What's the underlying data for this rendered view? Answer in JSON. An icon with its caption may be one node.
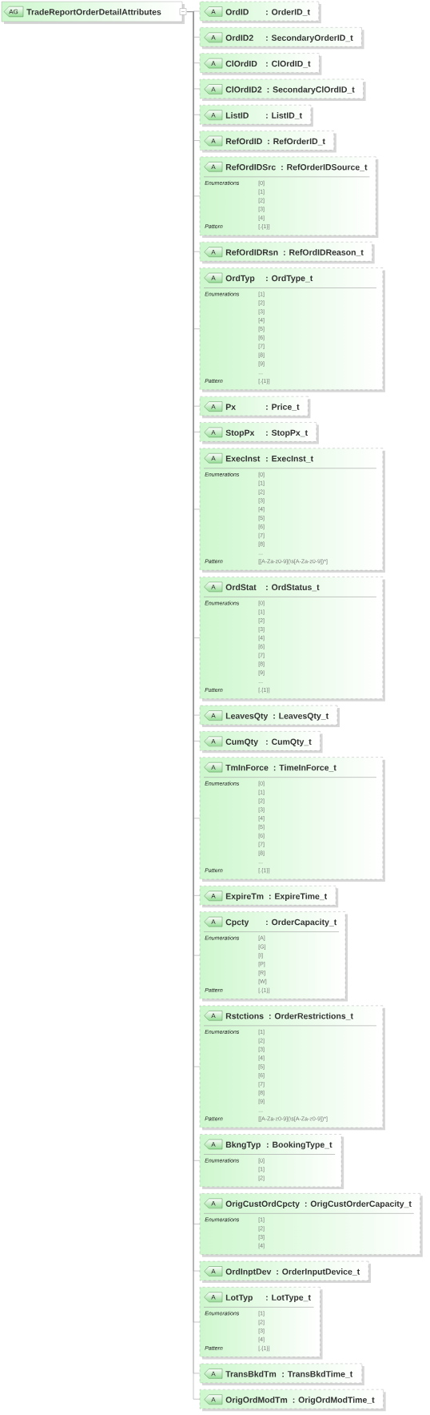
{
  "diagram": {
    "nodes": [
      {
        "text": [
          "AG",
          "TradeReportOrderDetailAttributes"
        ]
      },
      {
        "text": [
          "A",
          "OrdID",
          ": OrderID_t"
        ]
      },
      {
        "text": [
          "A",
          "OrdID2",
          ": SecondaryOrderID_t"
        ]
      },
      {
        "text": [
          "A",
          "ClOrdID",
          ": ClOrdID_t"
        ]
      },
      {
        "text": [
          "A",
          "ClOrdID2",
          ": SecondaryClOrdID_t"
        ]
      },
      {
        "text": [
          "A",
          "ListID",
          ": ListID_t"
        ]
      },
      {
        "text": [
          "A",
          "RefOrdID",
          ": RefOrderID_t"
        ]
      },
      {
        "text": [
          "A",
          "RefOrdIDSrc",
          ": RefOrderIDSource_t",
          "Enumerations",
          "[0] [1] [2] [3] [4]",
          "Pattern",
          "[.{1}]"
        ]
      },
      {
        "text": [
          "A",
          "RefOrdIDRsn",
          ": RefOrdIDReason_t"
        ]
      },
      {
        "text": [
          "A",
          "OrdTyp",
          ": OrdType_t",
          "Enumerations",
          "[1] [2] [3] [4] [5] [6] [7] [8] [9] ...",
          "Pattern",
          "[.{1}]"
        ]
      },
      {
        "text": [
          "A",
          "Px",
          ": Price_t"
        ]
      },
      {
        "text": [
          "A",
          "StopPx",
          ": StopPx_t"
        ]
      },
      {
        "text": [
          "A",
          "ExecInst",
          ": ExecInst_t",
          "Enumerations",
          "[0] [1] [2] [3] [4] [5] [6] [7] [8] ...",
          "Pattern",
          "[[A-Za-z0-9](\\s[A-Za-z0-9])*]"
        ]
      },
      {
        "text": [
          "A",
          "OrdStat",
          ": OrdStatus_t",
          "Enumerations",
          "[0] [1] [2] [3] [4] [6] [7] [8] [9] ...",
          "Pattern",
          "[.{1}]"
        ]
      },
      {
        "text": [
          "A",
          "LeavesQty",
          ": LeavesQty_t"
        ]
      },
      {
        "text": [
          "A",
          "CumQty",
          ": CumQty_t"
        ]
      },
      {
        "text": [
          "A",
          "TmInForce",
          ": TimeInForce_t",
          "Enumerations",
          "[0] [1] [2] [3] [4] [5] [6] [7] [8] ...",
          "Pattern",
          "[.{1}]"
        ]
      },
      {
        "text": [
          "A",
          "ExpireTm",
          ": ExpireTime_t"
        ]
      },
      {
        "text": [
          "A",
          "Cpcty",
          ": OrderCapacity_t",
          "Enumerations",
          "[A] [G] [I] [P] [R] [W]",
          "Pattern",
          "[.{1}]"
        ]
      },
      {
        "text": [
          "A",
          "Rstctions",
          ": OrderRestrictions_t",
          "Enumerations",
          "[1] [2] [3] [4] [5] [6] [7] [8] [9] ...",
          "Pattern",
          "[[A-Za-z0-9](\\s[A-Za-z0-9])*]"
        ]
      },
      {
        "text": [
          "A",
          "BkngTyp",
          ": BookingType_t",
          "Enumerations",
          "[0] [1] [2]"
        ]
      },
      {
        "text": [
          "A",
          "OrigCustOrdCpcty",
          ": OrigCustOrderCapacity_t",
          "Enumerations",
          "[1] [2] [3] [4]"
        ]
      },
      {
        "text": [
          "A",
          "OrdInptDev",
          ": OrderInputDevice_t"
        ]
      },
      {
        "text": [
          "A",
          "LotTyp",
          ": LotType_t",
          "Enumerations",
          "[1] [2] [3] [4]",
          "Pattern",
          "[.{1}]"
        ]
      },
      {
        "text": [
          "A",
          "TransBkdTm",
          ": TransBkdTime_t"
        ]
      },
      {
        "text": [
          "A",
          "OrigOrdModTm",
          ": OrigOrdModTime_t"
        ]
      }
    ],
    "edges": [
      {
        "from": 0,
        "to": 1,
        "arrow": "none"
      },
      {
        "from": 0,
        "to": 2,
        "arrow": "none"
      },
      {
        "from": 0,
        "to": 3,
        "arrow": "none"
      },
      {
        "from": 0,
        "to": 4,
        "arrow": "none"
      },
      {
        "from": 0,
        "to": 5,
        "arrow": "none"
      },
      {
        "from": 0,
        "to": 6,
        "arrow": "none"
      },
      {
        "from": 0,
        "to": 7,
        "arrow": "none"
      },
      {
        "from": 0,
        "to": 8,
        "arrow": "none"
      },
      {
        "from": 0,
        "to": 9,
        "arrow": "none"
      },
      {
        "from": 0,
        "to": 10,
        "arrow": "none"
      },
      {
        "from": 0,
        "to": 11,
        "arrow": "none"
      },
      {
        "from": 0,
        "to": 12,
        "arrow": "none"
      },
      {
        "from": 0,
        "to": 13,
        "arrow": "none"
      },
      {
        "from": 0,
        "to": 14,
        "arrow": "none"
      },
      {
        "from": 0,
        "to": 15,
        "arrow": "none"
      },
      {
        "from": 0,
        "to": 16,
        "arrow": "none"
      },
      {
        "from": 0,
        "to": 17,
        "arrow": "none"
      },
      {
        "from": 0,
        "to": 18,
        "arrow": "none"
      },
      {
        "from": 0,
        "to": 19,
        "arrow": "none"
      },
      {
        "from": 0,
        "to": 20,
        "arrow": "none"
      },
      {
        "from": 0,
        "to": 21,
        "arrow": "none"
      },
      {
        "from": 0,
        "to": 22,
        "arrow": "none"
      },
      {
        "from": 0,
        "to": 23,
        "arrow": "none"
      },
      {
        "from": 0,
        "to": 24,
        "arrow": "none"
      },
      {
        "from": 0,
        "to": 25,
        "arrow": "none"
      }
    ]
  }
}
